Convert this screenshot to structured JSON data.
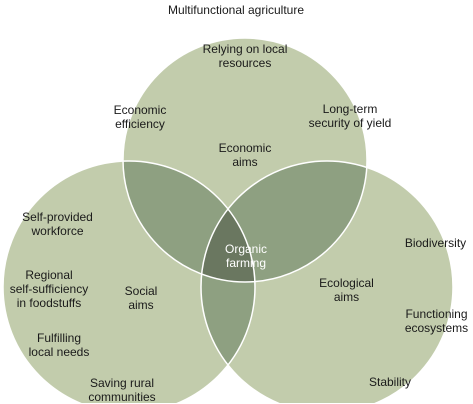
{
  "title": "Multifunctional agriculture",
  "colors": {
    "circle_fill": "#c2ccac",
    "circle_stroke": "#ffffff",
    "pair_overlap": "#8ea081",
    "triple_overlap": "#6a7760",
    "center_text": "#ffffff"
  },
  "circles": [
    {
      "name": "Economic aims",
      "label": "Economic\naims"
    },
    {
      "name": "Social aims",
      "label": "Social\naims"
    },
    {
      "name": "Ecological aims",
      "label": "Ecological\naims"
    }
  ],
  "center": {
    "label": "Organic\nfarming"
  },
  "economic_items": [
    "Relying on local\nresources",
    "Economic\nefficiency",
    "Long-term\nsecurity of yield"
  ],
  "social_items": [
    "Self-provided\nworkforce",
    "Regional\nself-sufficiency\nin foodstuffs",
    "Fulfilling\nlocal needs",
    "Saving rural\ncommunities"
  ],
  "ecological_items": [
    "Biodiversity",
    "Functioning\necosystems",
    "Stability"
  ]
}
